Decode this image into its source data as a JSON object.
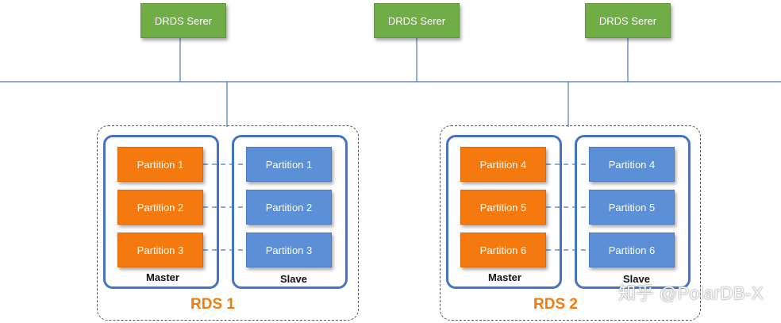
{
  "servers": [
    "DRDS Serer",
    "DRDS Serer",
    "DRDS Serer"
  ],
  "rds": [
    {
      "title": "RDS 1",
      "master_label": "Master",
      "slave_label": "Slave",
      "master": [
        "Partition 1",
        "Partition 2",
        "Partition 3"
      ],
      "slave": [
        "Partition 1",
        "Partition 2",
        "Partition 3"
      ]
    },
    {
      "title": "RDS 2",
      "master_label": "Master",
      "slave_label": "Slave",
      "master": [
        "Partition 4",
        "Partition 5",
        "Partition 6"
      ],
      "slave": [
        "Partition 4",
        "Partition 5",
        "Partition 6"
      ]
    }
  ],
  "watermark": "知乎 @PolarDB-X",
  "colors": {
    "server": "#70ad47",
    "master_partition": "#f47a10",
    "slave_partition": "#5b8fd6",
    "group_border": "#4472c4",
    "rds_title": "#f47a10"
  }
}
